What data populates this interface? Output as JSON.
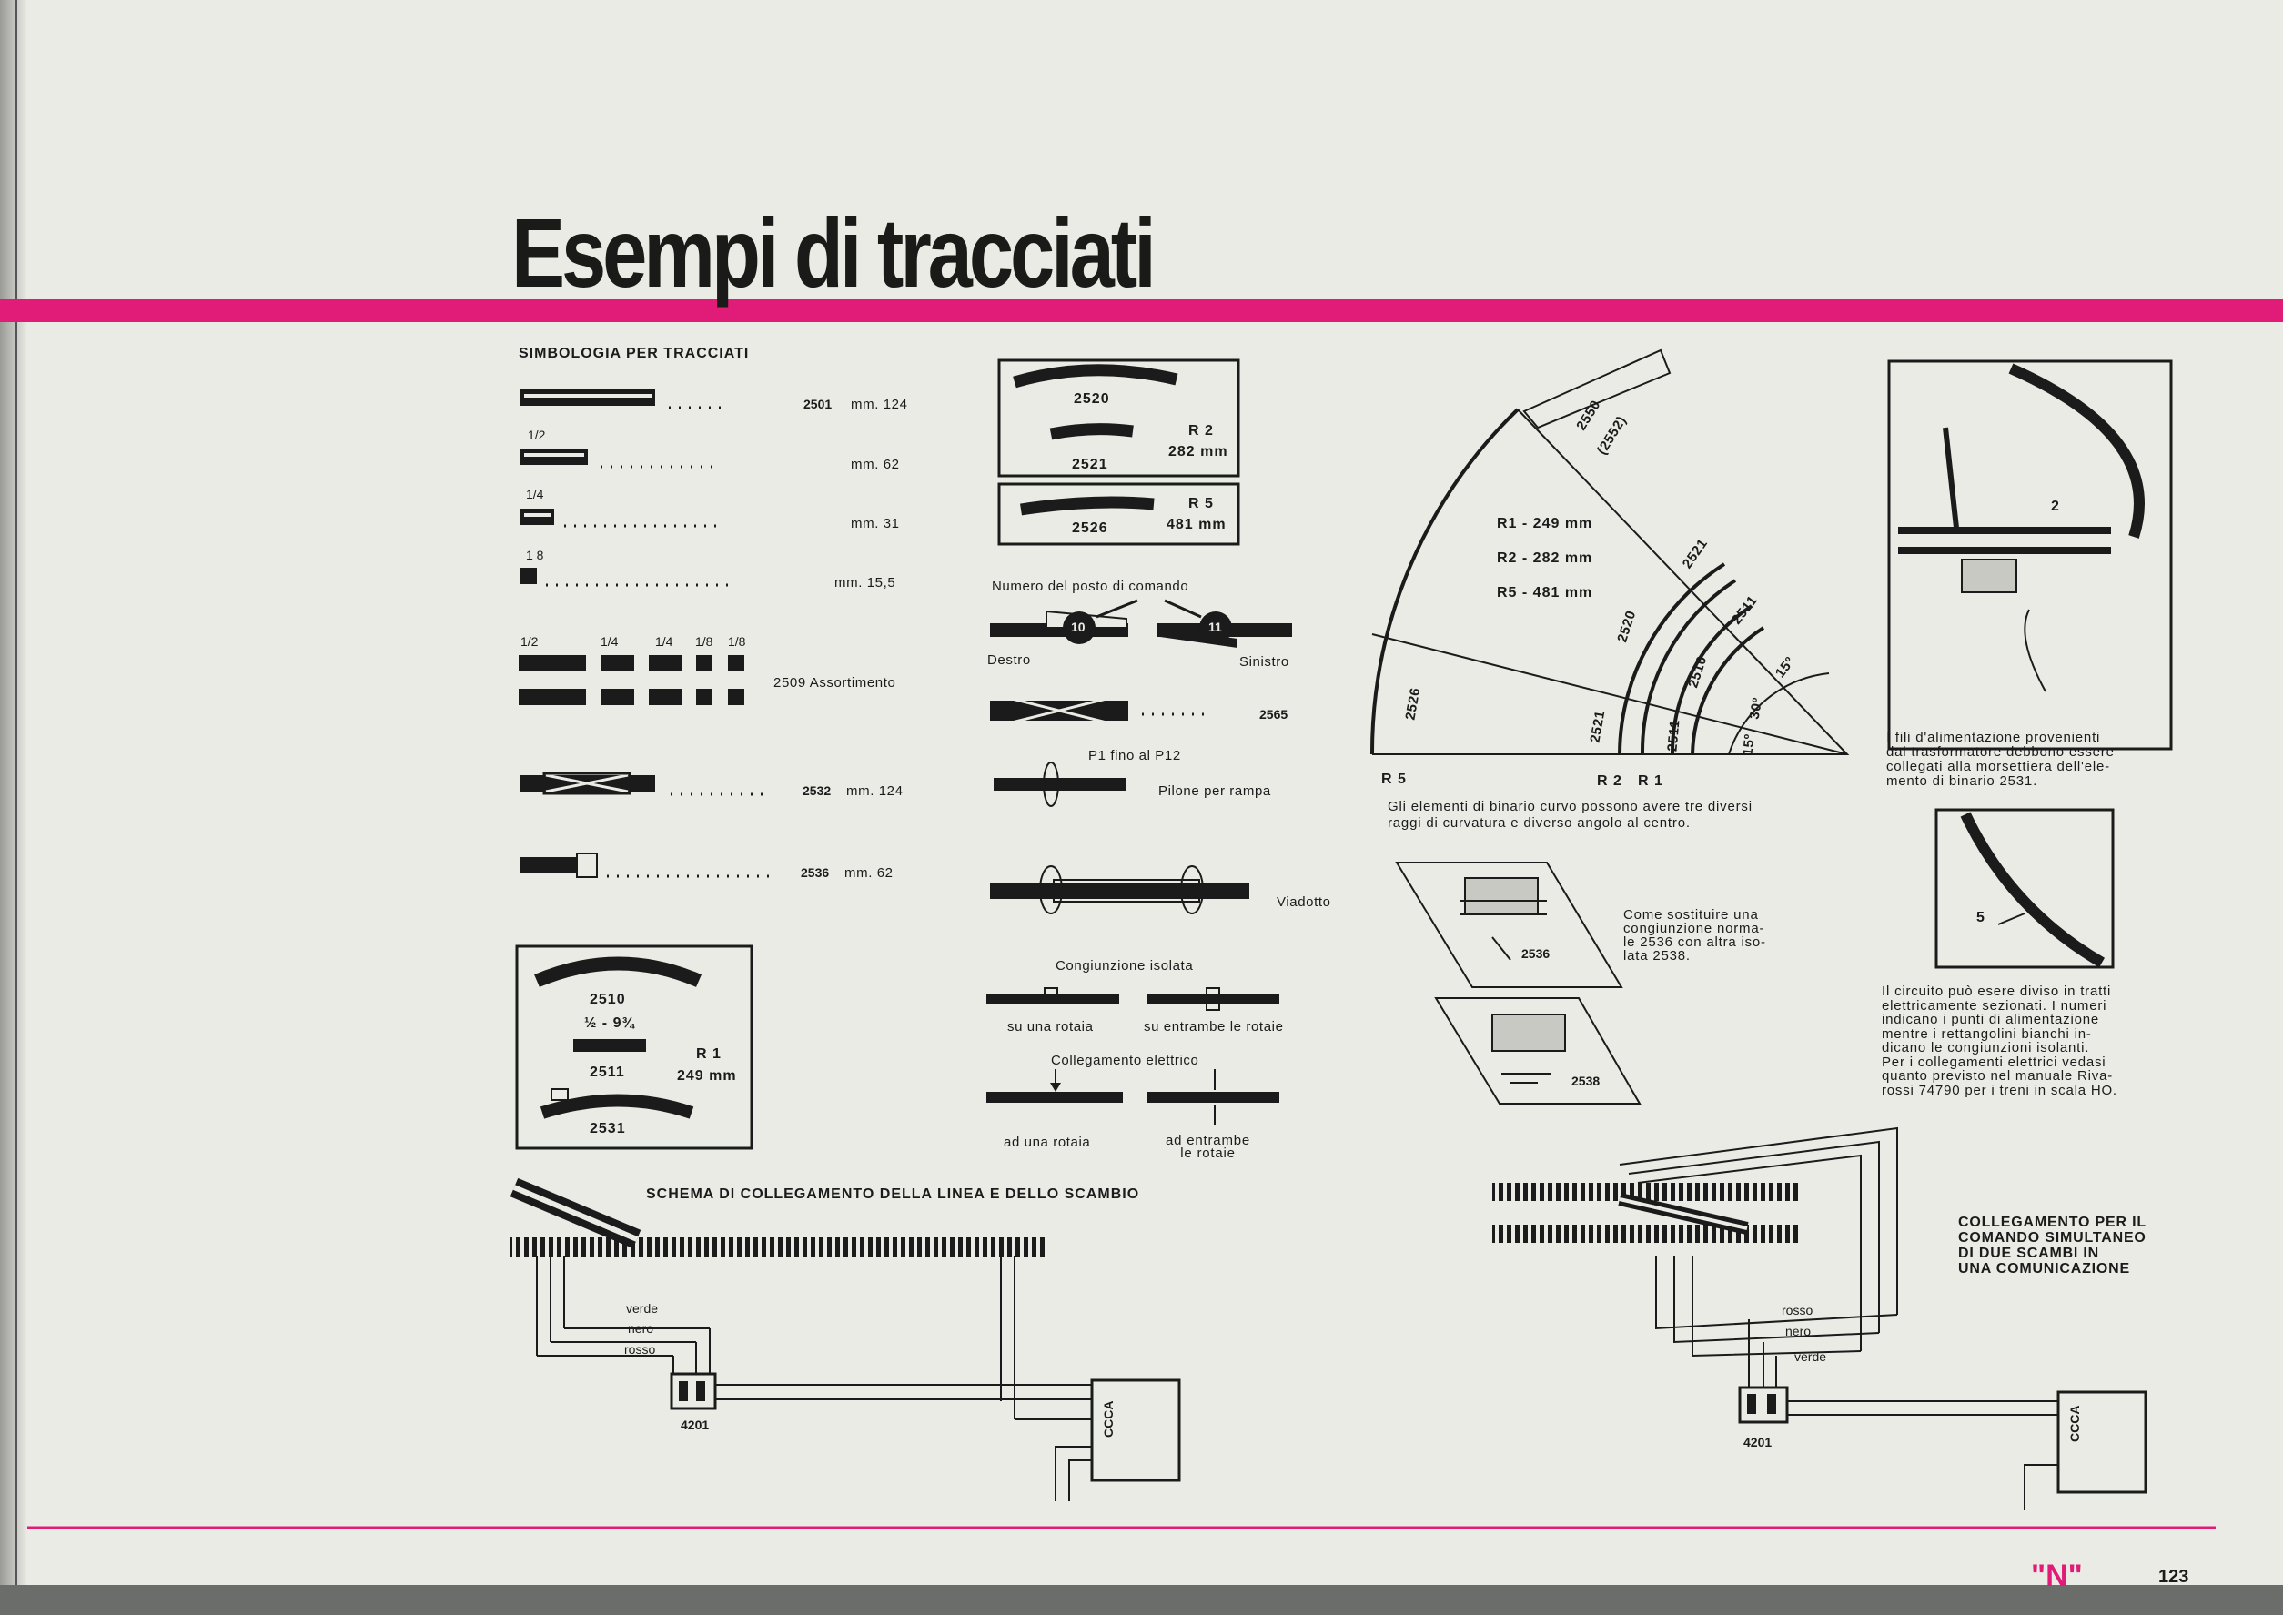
{
  "page": {
    "title": "Esempi di tracciati",
    "page_number": "123",
    "brand_mark": "\"N\"",
    "accent_color": "#e01c78",
    "paper_color": "#ebebe6"
  },
  "legend": {
    "heading": "SIMBOLOGIA PER TRACCIATI",
    "frac_half": "1/2",
    "frac_quarter": "1/4",
    "frac_eighth": "1 8",
    "row1": {
      "code": "2501",
      "value": "mm. 124"
    },
    "row2": {
      "value": "mm. 62"
    },
    "row3": {
      "value": "mm. 31"
    },
    "row4": {
      "value": "mm. 15,5"
    },
    "assort_fracs": [
      "1/2",
      "1/4",
      "1/4",
      "1/8",
      "1/8"
    ],
    "assort_label": "2509 Assortimento",
    "row_2532": {
      "code": "2532",
      "value": "mm. 124"
    },
    "row_2536": {
      "code": "2536",
      "value": "mm. 62"
    }
  },
  "box_r1": {
    "codes": [
      "2510",
      "½ - 9¾",
      "2511",
      "2531"
    ],
    "radius": "R 1",
    "mm": "249 mm"
  },
  "box_r2": {
    "code_top": "2520",
    "code_bottom": "2521",
    "radius": "R 2",
    "mm": "282 mm"
  },
  "box_r5": {
    "code": "2526",
    "radius": "R 5",
    "mm": "481 mm"
  },
  "middle": {
    "post_caption": "Numero del posto di comando",
    "post_left_num": "10",
    "post_right_num": "11",
    "destro": "Destro",
    "sinistro": "Sinistro",
    "code_2565": "2565",
    "pylon_caption": "P1 fino al P12",
    "pylon_label": "Pilone per rampa",
    "viaduct": "Viadotto",
    "insul_caption": "Congiunzione isolata",
    "insul_one": "su una rotaia",
    "insul_both": "su entrambe le rotaie",
    "elec_caption": "Collegamento elettrico",
    "elec_one": "ad una rotaia",
    "elec_both": "ad entrambe\nle rotaie"
  },
  "curve_diagram": {
    "radii_lines": [
      "R1 - 249 mm",
      "R2 - 282 mm",
      "R5 - 481 mm"
    ],
    "piece_labels": [
      "2550",
      "(2552)",
      "2521",
      "2511",
      "15º",
      "2520",
      "2510",
      "30º",
      "2526",
      "2521",
      "2511",
      "15º"
    ],
    "bottom_labels": [
      "R 5",
      "R 2",
      "R 1"
    ],
    "caption": "Gli elementi di binario curvo possono avere tre diversi\nraggi di curvatura e diverso angolo al centro."
  },
  "replace": {
    "caption": "Come sostituire una\ncongiunzione norma-\nle 2536 con altra iso-\nlata 2538.",
    "code_a": "2536",
    "code_b": "2538"
  },
  "right_col": {
    "callout_2": "2",
    "callout_5": "5",
    "text1": "I fili d'alimentazione provenienti\ndal trasformatore debbono essere\ncollegati alla morsettiera dell'ele-\nmento di binario 2531.",
    "text2": "Il circuito può esere diviso in tratti\nelettricamente sezionati. I numeri\nindicano i punti di alimentazione\nmentre i rettangolini bianchi in-\ndicano le congiunzioni isolanti.\nPer i collegamenti elettrici vedasi\nquanto previsto nel manuale Riva-\nrossi 74790 per i treni in scala HO."
  },
  "schema_left": {
    "title": "SCHEMA DI COLLEGAMENTO DELLA LINEA E DELLO SCAMBIO",
    "wires": [
      "verde",
      "nero",
      "rosso"
    ],
    "box_code": "4201",
    "terminals": "CCCA"
  },
  "schema_right": {
    "title": "COLLEGAMENTO PER IL\nCOMANDO SIMULTANEO\nDI DUE SCAMBI IN\nUNA COMUNICAZIONE",
    "wires": [
      "rosso",
      "nero",
      "verde"
    ],
    "box_code": "4201",
    "terminals": "CCCA"
  }
}
